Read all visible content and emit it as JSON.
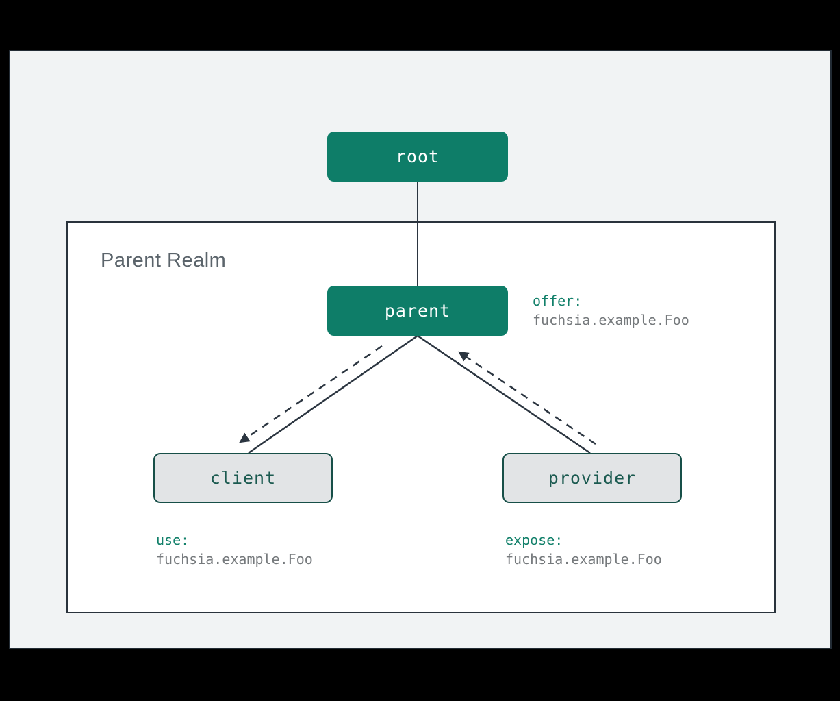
{
  "diagram": {
    "realm_title": "Parent Realm",
    "nodes": {
      "root": {
        "label": "root"
      },
      "parent": {
        "label": "parent"
      },
      "client": {
        "label": "client"
      },
      "provider": {
        "label": "provider"
      }
    },
    "annotations": {
      "offer": {
        "keyword": "offer:",
        "value": "fuchsia.example.Foo"
      },
      "use": {
        "keyword": "use:",
        "value": "fuchsia.example.Foo"
      },
      "expose": {
        "keyword": "expose:",
        "value": "fuchsia.example.Foo"
      }
    },
    "edges": [
      {
        "from": "root",
        "to": "parent",
        "style": "solid"
      },
      {
        "from": "parent",
        "to": "client",
        "style": "solid"
      },
      {
        "from": "parent",
        "to": "provider",
        "style": "solid"
      },
      {
        "from": "parent",
        "to": "client",
        "style": "dashed-arrow",
        "meaning": "offer route"
      },
      {
        "from": "provider",
        "to": "parent",
        "style": "dashed-arrow",
        "meaning": "expose route"
      }
    ],
    "colors": {
      "canvas_bg": "#000000",
      "page_bg": "#f1f3f4",
      "page_border": "#232c35",
      "realm_bg": "#ffffff",
      "realm_border": "#2a333c",
      "node_fill": "#0e7d68",
      "node_text": "#ffffff",
      "child_fill": "#e2e4e6",
      "child_border": "#174f48",
      "child_text": "#1b5a50",
      "keyword_text": "#12806a",
      "value_text": "#75797c",
      "edge_line": "#2b3540",
      "realm_title_text": "#5b646b"
    }
  }
}
